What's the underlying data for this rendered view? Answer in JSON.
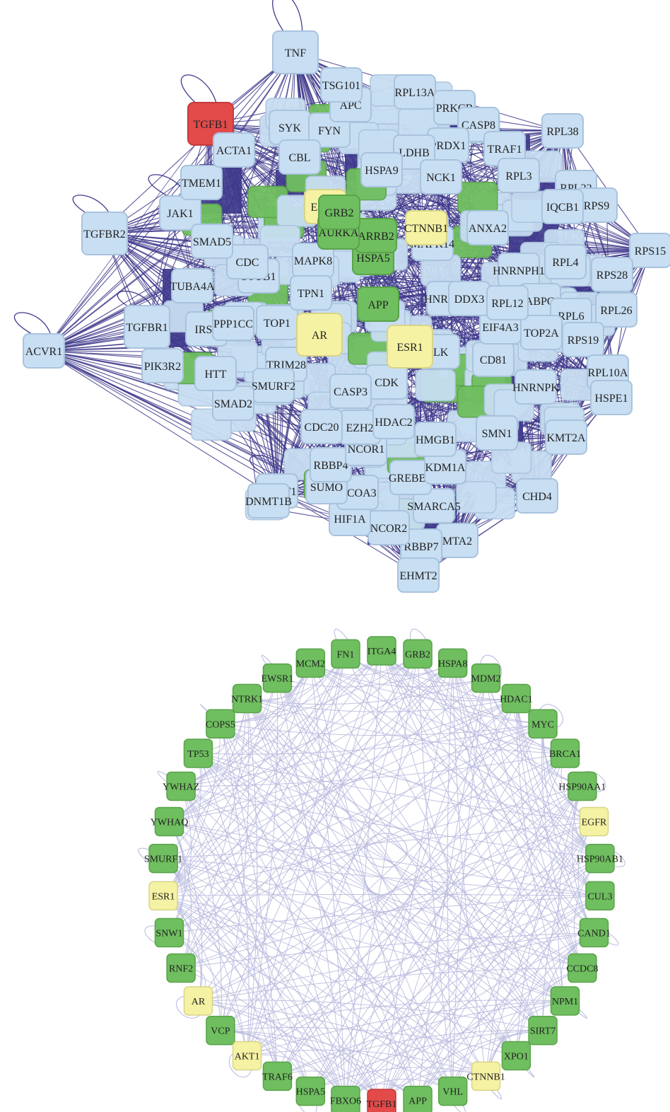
{
  "colors": {
    "node_blue": "#c8def2",
    "node_blue_stroke": "#a9c3dd",
    "node_green": "#6fbe5f",
    "node_green_stroke": "#5aa34b",
    "node_yellow": "#f5f2a4",
    "node_yellow_stroke": "#d8d488",
    "node_red": "#e34a4a",
    "node_red_stroke": "#c53a3a",
    "edge_dark": "#3f3a8c",
    "edge_light": "#b6b8dd"
  },
  "top_network": {
    "nodes": [
      {
        "label": "TNF",
        "color": "blue"
      },
      {
        "label": "TGFB1",
        "color": "red"
      },
      {
        "label": "TGFBR2",
        "color": "blue"
      },
      {
        "label": "ACVR1",
        "color": "blue"
      },
      {
        "label": "TGFBR1",
        "color": "blue"
      },
      {
        "label": "JAK1",
        "color": "blue"
      },
      {
        "label": "TMEM1",
        "color": "blue"
      },
      {
        "label": "ACTA1",
        "color": "blue"
      },
      {
        "label": "SYK",
        "color": "blue"
      },
      {
        "label": "FYN",
        "color": "blue"
      },
      {
        "label": "APC",
        "color": "blue"
      },
      {
        "label": "TSG101",
        "color": "blue"
      },
      {
        "label": "RPL13A",
        "color": "blue"
      },
      {
        "label": "PRKCB",
        "color": "blue"
      },
      {
        "label": "CASP8",
        "color": "blue"
      },
      {
        "label": "RPL38",
        "color": "blue"
      },
      {
        "label": "PRDX1",
        "color": "blue"
      },
      {
        "label": "TRAF1",
        "color": "blue"
      },
      {
        "label": "LDHB",
        "color": "blue"
      },
      {
        "label": "CBL",
        "color": "blue"
      },
      {
        "label": "NCK1",
        "color": "blue"
      },
      {
        "label": "RPL3",
        "color": "blue"
      },
      {
        "label": "RPL22",
        "color": "blue"
      },
      {
        "label": "RPS9",
        "color": "blue"
      },
      {
        "label": "IQCB1",
        "color": "blue"
      },
      {
        "label": "RPS15",
        "color": "blue"
      },
      {
        "label": "RPS28",
        "color": "blue"
      },
      {
        "label": "RPL26",
        "color": "blue"
      },
      {
        "label": "RPL4",
        "color": "blue"
      },
      {
        "label": "ANXA2",
        "color": "blue"
      },
      {
        "label": "HNRNPH1",
        "color": "blue"
      },
      {
        "label": "PABPC1",
        "color": "blue"
      },
      {
        "label": "RPL6",
        "color": "blue"
      },
      {
        "label": "TOP2A",
        "color": "blue"
      },
      {
        "label": "RPS19",
        "color": "blue"
      },
      {
        "label": "RPL10A",
        "color": "blue"
      },
      {
        "label": "HSPE1",
        "color": "blue"
      },
      {
        "label": "HNRNPK",
        "color": "blue"
      },
      {
        "label": "CD81",
        "color": "blue"
      },
      {
        "label": "EIF4A3",
        "color": "blue"
      },
      {
        "label": "ILK",
        "color": "blue"
      },
      {
        "label": "SMN1",
        "color": "blue"
      },
      {
        "label": "KMT2A",
        "color": "blue"
      },
      {
        "label": "CHD4",
        "color": "blue"
      },
      {
        "label": "MTA2",
        "color": "blue"
      },
      {
        "label": "RBBP7",
        "color": "blue"
      },
      {
        "label": "EHMT2",
        "color": "blue"
      },
      {
        "label": "NCOR2",
        "color": "blue"
      },
      {
        "label": "HIF1A",
        "color": "blue"
      },
      {
        "label": "SMARCA5",
        "color": "blue"
      },
      {
        "label": "GREBBP",
        "color": "blue"
      },
      {
        "label": "KDM1A",
        "color": "blue"
      },
      {
        "label": "HMGB1",
        "color": "blue"
      },
      {
        "label": "NCOA3",
        "color": "blue"
      },
      {
        "label": "SUMO",
        "color": "blue"
      },
      {
        "label": "DNMT1",
        "color": "blue"
      },
      {
        "label": "RBBP4",
        "color": "blue"
      },
      {
        "label": "NCOR1",
        "color": "blue"
      },
      {
        "label": "EZH2",
        "color": "blue"
      },
      {
        "label": "HDAC2",
        "color": "blue"
      },
      {
        "label": "CDC20",
        "color": "blue"
      },
      {
        "label": "CDK",
        "color": "blue"
      },
      {
        "label": "CASP3",
        "color": "blue"
      },
      {
        "label": "TRIM28",
        "color": "blue"
      },
      {
        "label": "SMURF2",
        "color": "blue"
      },
      {
        "label": "SMAD2",
        "color": "blue"
      },
      {
        "label": "HTT",
        "color": "blue"
      },
      {
        "label": "PIK3R2",
        "color": "blue"
      },
      {
        "label": "IRS1",
        "color": "blue"
      },
      {
        "label": "PPP1CC",
        "color": "blue"
      },
      {
        "label": "TOP1",
        "color": "blue"
      },
      {
        "label": "TUBA4A",
        "color": "blue"
      },
      {
        "label": "STUB1",
        "color": "blue"
      },
      {
        "label": "CDC",
        "color": "blue"
      },
      {
        "label": "SMAD5",
        "color": "blue"
      },
      {
        "label": "MAPK8",
        "color": "blue"
      },
      {
        "label": "TPN1",
        "color": "blue"
      },
      {
        "label": "MAPK14",
        "color": "blue"
      },
      {
        "label": "AR",
        "color": "yellow"
      },
      {
        "label": "ESR1",
        "color": "yellow"
      },
      {
        "label": "CTNNB1",
        "color": "yellow"
      },
      {
        "label": "EGFR",
        "color": "yellow"
      },
      {
        "label": "APP",
        "color": "green"
      },
      {
        "label": "HSPA5",
        "color": "green"
      },
      {
        "label": "ARRB2",
        "color": "green"
      },
      {
        "label": "AURKA",
        "color": "green"
      },
      {
        "label": "HNRNPU",
        "color": "blue"
      },
      {
        "label": "DDX3",
        "color": "blue"
      },
      {
        "label": "RPL12",
        "color": "blue"
      },
      {
        "label": "GRB2",
        "color": "green"
      },
      {
        "label": "HSPA9",
        "color": "blue"
      },
      {
        "label": "DNMT1B",
        "color": "blue"
      }
    ]
  },
  "bottom_network": {
    "nodes": [
      {
        "label": "TGFB1",
        "color": "red"
      },
      {
        "label": "APP",
        "color": "green"
      },
      {
        "label": "VHL",
        "color": "green"
      },
      {
        "label": "CTNNB1",
        "color": "yellow"
      },
      {
        "label": "XPO1",
        "color": "green"
      },
      {
        "label": "SIRT7",
        "color": "green"
      },
      {
        "label": "NPM1",
        "color": "green"
      },
      {
        "label": "CCDC8",
        "color": "green"
      },
      {
        "label": "CAND1",
        "color": "green"
      },
      {
        "label": "CUL3",
        "color": "green"
      },
      {
        "label": "HSP90AB1",
        "color": "green"
      },
      {
        "label": "EGFR",
        "color": "yellow"
      },
      {
        "label": "HSP90AA1",
        "color": "green"
      },
      {
        "label": "BRCA1",
        "color": "green"
      },
      {
        "label": "MYC",
        "color": "green"
      },
      {
        "label": "HDAC1",
        "color": "green"
      },
      {
        "label": "MDM2",
        "color": "green"
      },
      {
        "label": "HSPA8",
        "color": "green"
      },
      {
        "label": "GRB2",
        "color": "green"
      },
      {
        "label": "ITGA4",
        "color": "green"
      },
      {
        "label": "FN1",
        "color": "green"
      },
      {
        "label": "MCM2",
        "color": "green"
      },
      {
        "label": "EWSR1",
        "color": "green"
      },
      {
        "label": "NTRK1",
        "color": "green"
      },
      {
        "label": "COPS5",
        "color": "green"
      },
      {
        "label": "TP53",
        "color": "green"
      },
      {
        "label": "YWHAZ",
        "color": "green"
      },
      {
        "label": "YWHAQ",
        "color": "green"
      },
      {
        "label": "SMURF1",
        "color": "green"
      },
      {
        "label": "ESR1",
        "color": "yellow"
      },
      {
        "label": "SNW1",
        "color": "green"
      },
      {
        "label": "RNF2",
        "color": "green"
      },
      {
        "label": "AR",
        "color": "yellow"
      },
      {
        "label": "VCP",
        "color": "green"
      },
      {
        "label": "AKT1",
        "color": "yellow"
      },
      {
        "label": "TRAF6",
        "color": "green"
      },
      {
        "label": "HSPA5",
        "color": "green"
      },
      {
        "label": "FBXO6",
        "color": "green"
      }
    ]
  }
}
